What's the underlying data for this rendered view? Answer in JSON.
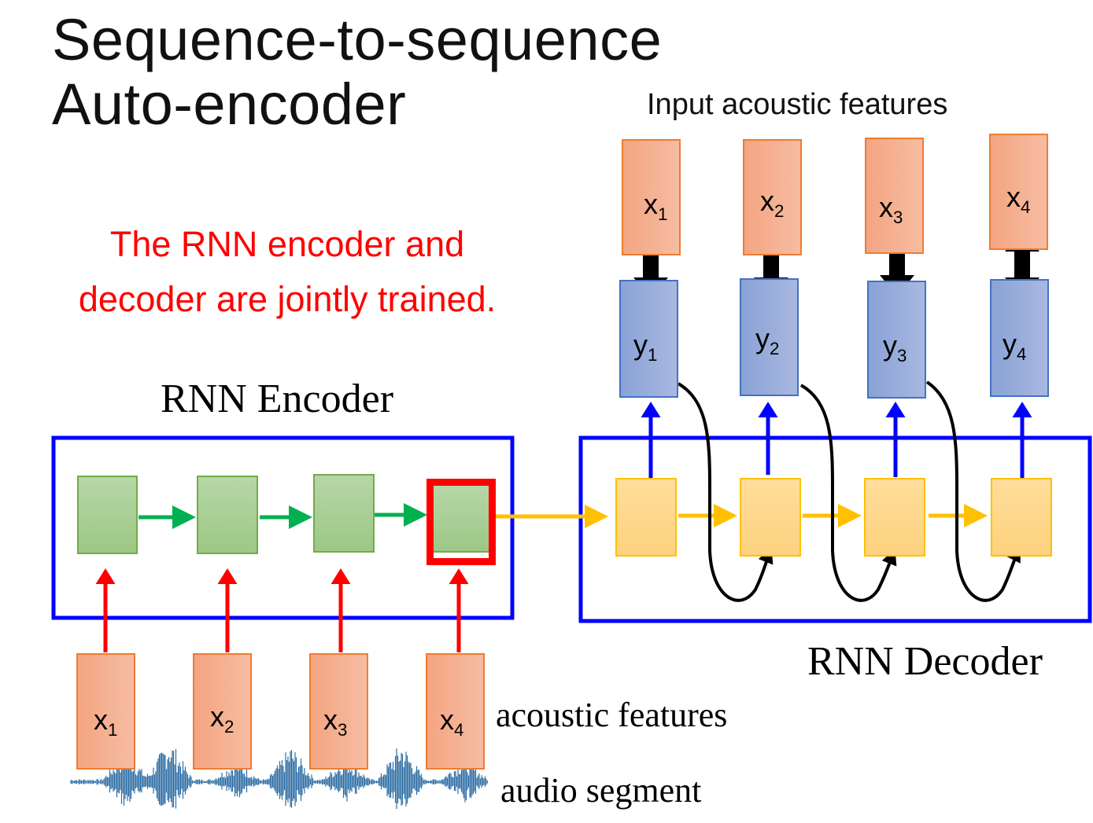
{
  "title": {
    "line1": "Sequence-to-sequence",
    "line2": "Auto-encoder"
  },
  "note": {
    "line1": "The RNN encoder and",
    "line2": "decoder are jointly trained."
  },
  "labels": {
    "input_acoustic_features": "Input acoustic features",
    "rnn_encoder": "RNN Encoder",
    "rnn_decoder": "RNN Decoder",
    "acoustic_features": "acoustic features",
    "audio_segment": "audio segment"
  },
  "top_inputs": [
    {
      "var": "x",
      "sub": "1"
    },
    {
      "var": "x",
      "sub": "2"
    },
    {
      "var": "x",
      "sub": "3"
    },
    {
      "var": "x",
      "sub": "4"
    }
  ],
  "outputs": [
    {
      "var": "y",
      "sub": "1"
    },
    {
      "var": "y",
      "sub": "2"
    },
    {
      "var": "y",
      "sub": "3"
    },
    {
      "var": "y",
      "sub": "4"
    }
  ],
  "bottom_inputs": [
    {
      "var": "x",
      "sub": "1"
    },
    {
      "var": "x",
      "sub": "2"
    },
    {
      "var": "x",
      "sub": "3"
    },
    {
      "var": "x",
      "sub": "4"
    }
  ],
  "colors": {
    "encoder_frame": "#0000ff",
    "decoder_frame": "#0000ff",
    "highlight": "#ff0000",
    "encoder_arrow": "#00b050",
    "decoder_arrow": "#ffc000",
    "input_arrow": "#ff0000",
    "output_arrow": "#0000ff",
    "note_text": "#ff0000",
    "waveform": "#2e6da4"
  }
}
